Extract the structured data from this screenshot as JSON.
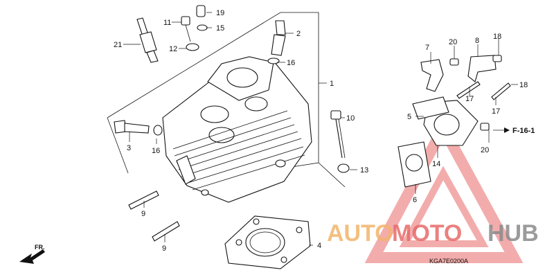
{
  "callouts": {
    "p1": "1",
    "p2": "2",
    "p3": "3",
    "p4": "4",
    "p5": "5",
    "p6": "6",
    "p7": "7",
    "p8": "8",
    "p9a": "9",
    "p9b": "9",
    "p10": "10",
    "p11": "11",
    "p12": "12",
    "p13": "13",
    "p14": "14",
    "p15": "15",
    "p16a": "16",
    "p16b": "16",
    "p17a": "17",
    "p17b": "17",
    "p18a": "18",
    "p18b": "18",
    "p19": "19",
    "p20a": "20",
    "p20b": "20",
    "p21": "21"
  },
  "reference": "F-16-1",
  "front": "FR.",
  "drawing_code": "KGA7E0200A",
  "watermark": {
    "part1": "AUTO",
    "part2": "MOTO",
    "part3": "HUB"
  },
  "colors": {
    "watermark_orange": "#f2b56a",
    "watermark_red": "#e86a6a",
    "watermark_gray": "#8a8a8a"
  }
}
